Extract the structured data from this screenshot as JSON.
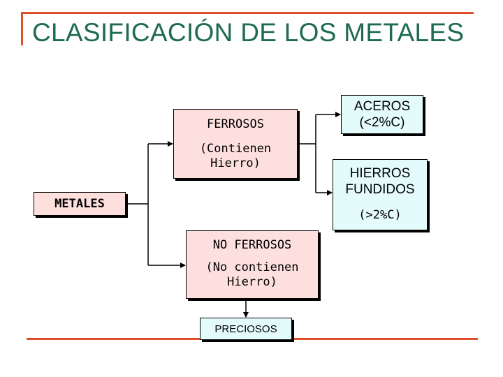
{
  "title": "CLASIFICACIÓN DE LOS METALES",
  "nodes": {
    "metales": {
      "label": "METALES"
    },
    "ferrosos": {
      "label": "FERROSOS",
      "detail": "(Contienen Hierro)"
    },
    "no_ferrosos": {
      "label": "NO FERROSOS",
      "detail": "(No contienen Hierro)"
    },
    "aceros": {
      "label": "ACEROS",
      "detail": "(<2%C)"
    },
    "hierros_fundidos": {
      "label": "HIERROS FUNDIDOS",
      "detail": "(>2%C)"
    },
    "preciosos": {
      "label": "PRECIOSOS"
    }
  },
  "colors": {
    "title": "#1e6b4e",
    "rule": "#e0502a",
    "pink_fill": "#fde0de",
    "cyan_fill": "#e4fbfb",
    "outline": "#000000"
  }
}
